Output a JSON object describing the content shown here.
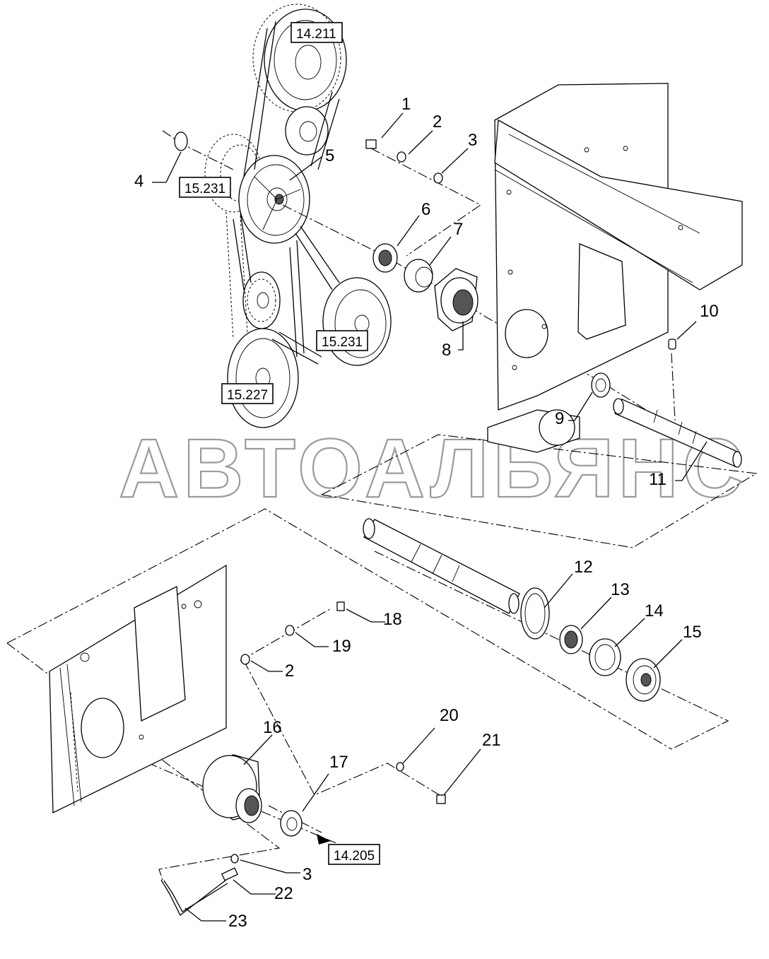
{
  "watermark": "АВТОАЛЬЯНС",
  "references": {
    "r_14_211": "14.211",
    "r_15_231_a": "15.231",
    "r_15_231_b": "15.231",
    "r_15_227": "15.227",
    "r_14_205": "14.205"
  },
  "callouts": {
    "c1": "1",
    "c2": "2",
    "c3": "3",
    "c4": "4",
    "c5": "5",
    "c6": "6",
    "c7": "7",
    "c8": "8",
    "c9": "9",
    "c10": "10",
    "c11": "11",
    "c12": "12",
    "c13": "13",
    "c14": "14",
    "c15": "15",
    "c16": "16",
    "c17": "17",
    "c18": "18",
    "c19": "19",
    "c2b": "2",
    "c20": "20",
    "c21": "21",
    "c22": "22",
    "c3b": "3",
    "c23": "23"
  }
}
